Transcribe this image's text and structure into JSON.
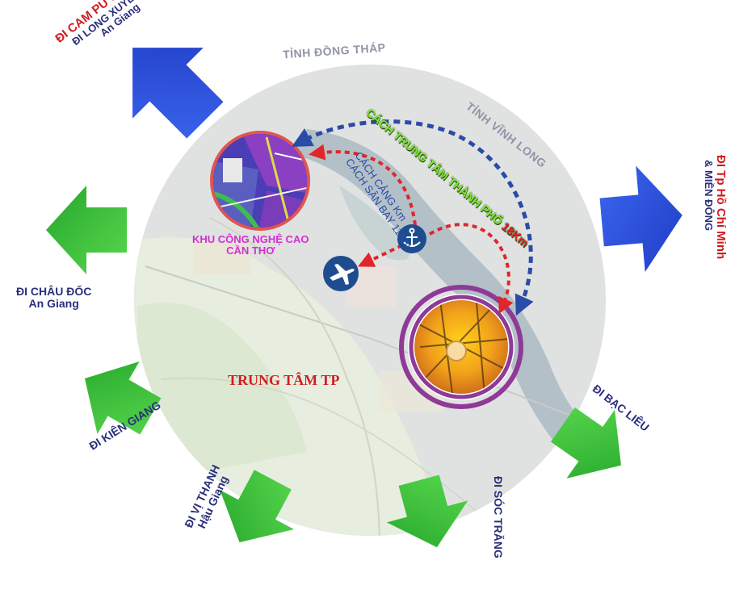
{
  "regions": {
    "dong_thap": "TỈNH ĐỒNG THÁP",
    "vinh_long": "TỈNH VĨNH LONG"
  },
  "directions": {
    "cambodia": "ĐI CAM PU CHIA",
    "long_xuyen": "ĐI LONG XUYÊN",
    "long_xuyen_province": "An Giang",
    "hcm": "ĐI Tp Hồ Chí Minh",
    "hcm_sub": "& MIỀN ĐÔNG",
    "chau_doc": "ĐI CHÂU ĐỐC",
    "chau_doc_province": "An Giang",
    "kien_giang": "ĐI KIÊN GIANG",
    "vi_thanh": "ĐI VỊ THANH",
    "vi_thanh_province": "Hậu Giang",
    "soc_trang": "ĐI SÓC TRĂNG",
    "bac_lieu": "ĐI BẠC LIÊU"
  },
  "annotations": {
    "city_center_distance": "CÁCH TRUNG TÂM THÀNH PHỐ",
    "city_center_km": "18Km",
    "port_distance": "CÁCH CẢNG Km",
    "airport_distance": "CÁCH SÂN BAY 11Km",
    "hitech_line1": "KHU CÔNG NGHỆ CAO",
    "hitech_line2": "CẦN THƠ",
    "center_label": "TRUNG TÂM TP"
  },
  "colors": {
    "arrow_green": "#3cc23c",
    "arrow_blue": "#2b4fd8",
    "circle_bg": "#cfd3d2",
    "river": "#8fa2ad",
    "hitech_ring": "#e0554f",
    "center_ring": "#8e3a97",
    "dash_blue": "#2b4ba8",
    "dash_red": "#e0262a",
    "badge": "#1e4d8f"
  },
  "icons": {
    "port": "anchor-icon",
    "airport": "airplane-icon"
  }
}
